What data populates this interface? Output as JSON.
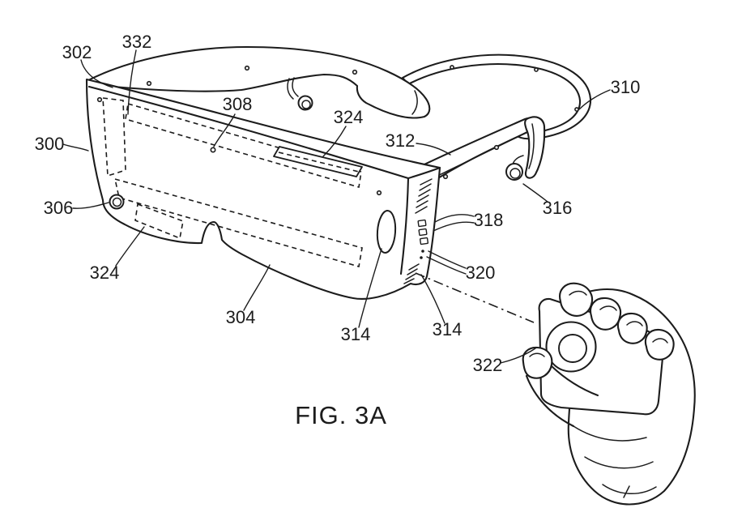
{
  "figure_caption": "FIG. 3A",
  "ref_labels": [
    "300",
    "302",
    "304",
    "306",
    "308",
    "310",
    "312",
    "314",
    "314",
    "316",
    "318",
    "320",
    "322",
    "324",
    "324",
    "332"
  ],
  "colors": {
    "ink": "#1c1c1c",
    "paper": "#ffffff"
  }
}
